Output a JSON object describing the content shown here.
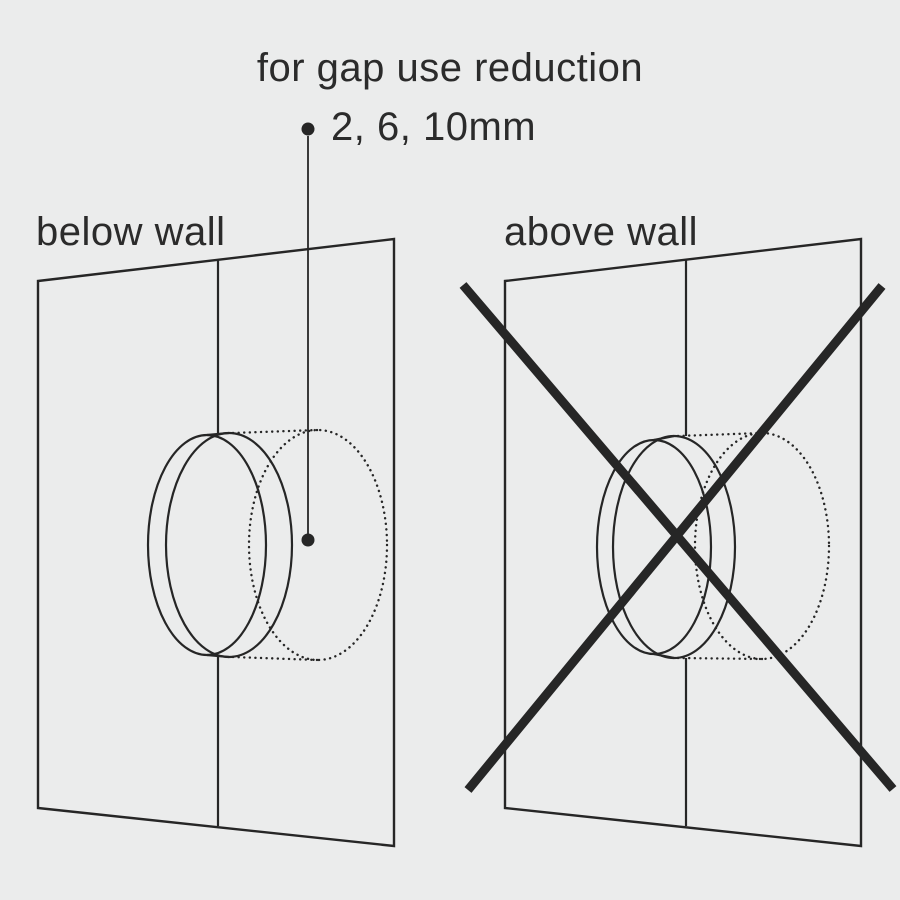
{
  "page": {
    "background_color": "#ebecec",
    "line_color": "#262626"
  },
  "annotation": {
    "title": "for gap use reduction",
    "value": "2, 6, 10mm"
  },
  "panels": {
    "left": {
      "label": "below wall",
      "status": "correct"
    },
    "right": {
      "label": "above wall",
      "status": "incorrect-crossed-out"
    }
  }
}
